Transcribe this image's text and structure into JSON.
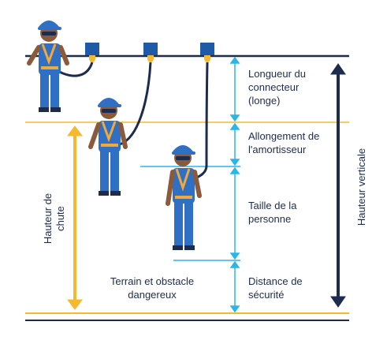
{
  "labels": {
    "connector_length": "Longueur du\nconnecteur\n(longe)",
    "absorber_elongation": "Allongement de\nl'amortisseur",
    "person_height": "Taille de la\npersonne",
    "safety_distance": "Distance de\nsécurité",
    "fall_height": "Hauteur de\nchute",
    "vertical_height": "Hauteur verticale",
    "ground_obstacle": "Terrain et obstacle\ndangereux"
  },
  "colors": {
    "navy": "#1d2b4f",
    "light_blue": "#29b6e8",
    "yellow": "#f5b82e",
    "anchor_blue": "#1e5aa8",
    "worker_blue": "#2f6fc4",
    "skin": "#8b5a3c",
    "harness": "#f2a93b"
  },
  "icons": [
    "anchor-icon",
    "worker-icon",
    "lanyard-icon",
    "double-arrow-icon"
  ]
}
